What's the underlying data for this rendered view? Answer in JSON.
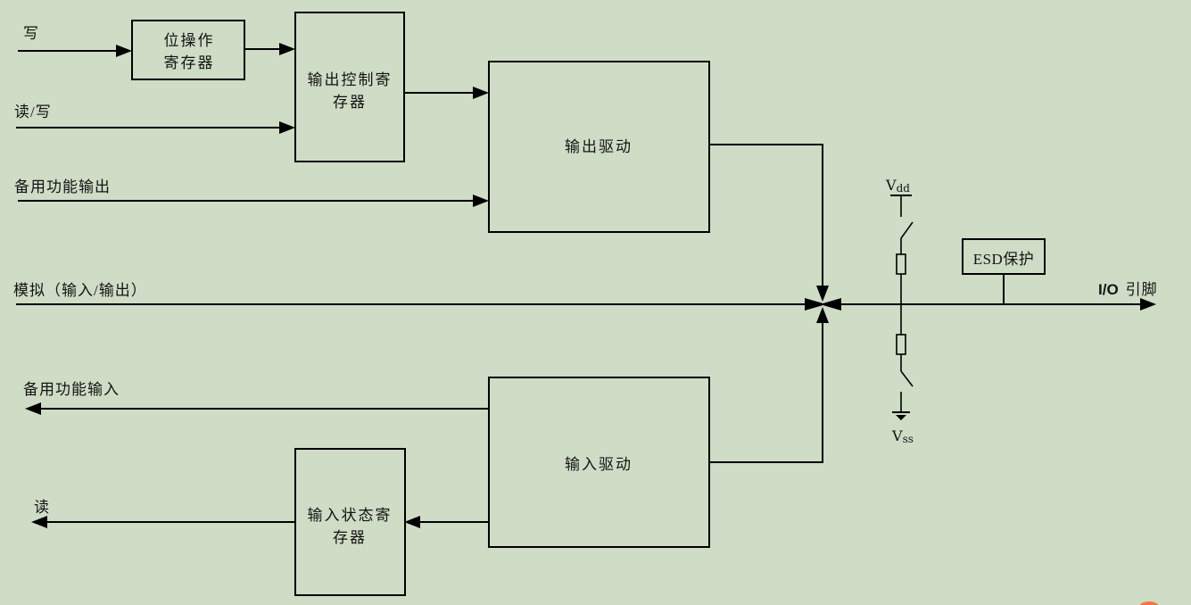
{
  "colors": {
    "background": "#cfdcc6",
    "line": "#000000",
    "orange_dot": "#ee7a43"
  },
  "blocks": {
    "bit_op_register": {
      "line1": "位操作",
      "line2": "寄存器"
    },
    "output_control_register": {
      "line1": "输出控制寄",
      "line2": "存器"
    },
    "output_driver": {
      "label": "输出驱动"
    },
    "input_driver": {
      "label": "输入驱动"
    },
    "input_status_register": {
      "line1": "输入状态寄",
      "line2": "存器"
    },
    "esd_protection": {
      "label": "ESD保护"
    }
  },
  "labels": {
    "write": "写",
    "read_write": "读/写",
    "alt_function_output": "备用功能输出",
    "analog_io": "模拟（输入/输出）",
    "alt_function_input": "备用功能输入",
    "read": "读",
    "io_pin_prefix": "I/O",
    "io_pin_suffix": "引脚",
    "vdd_main": "V",
    "vdd_sub": "dd",
    "vss_main": "V",
    "vss_sub": "ss"
  }
}
